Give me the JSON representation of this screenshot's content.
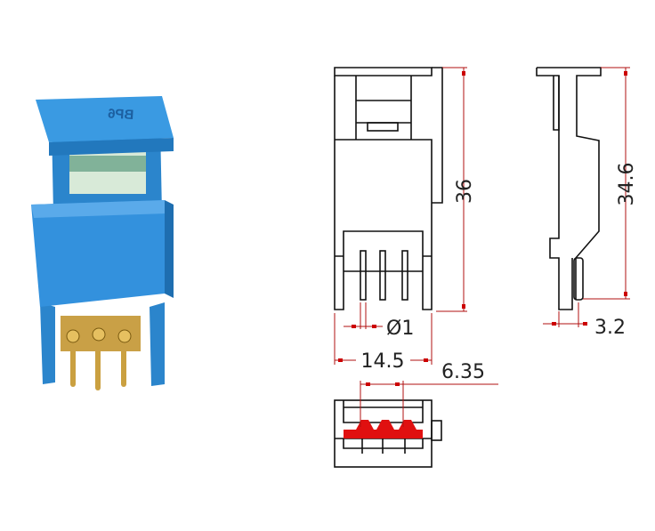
{
  "product_photo": {
    "logo_text": "BP6",
    "body_color": "#2e8fd9",
    "pin_color": "#d4a640"
  },
  "drawing": {
    "dimensions": {
      "height_front": "36",
      "height_side": "34.6",
      "pin_diameter": "Ø1",
      "width": "14.5",
      "pitch": "6.35",
      "side_offset": "3.2"
    },
    "highlight_color": "#e01010"
  }
}
